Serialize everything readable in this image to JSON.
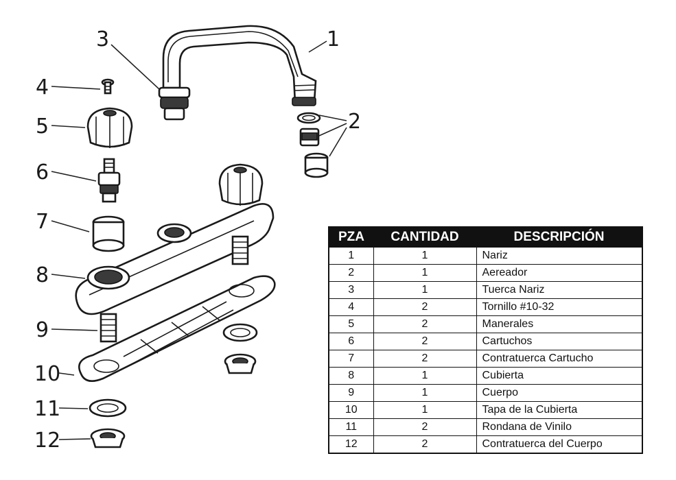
{
  "callouts": [
    "1",
    "2",
    "3",
    "4",
    "5",
    "6",
    "7",
    "8",
    "9",
    "10",
    "11",
    "12"
  ],
  "table": {
    "headers": [
      "PZA",
      "CANTIDAD",
      "DESCRIPCIÓN"
    ],
    "rows": [
      {
        "pza": "1",
        "cantidad": "1",
        "descripcion": "Nariz"
      },
      {
        "pza": "2",
        "cantidad": "1",
        "descripcion": "Aereador"
      },
      {
        "pza": "3",
        "cantidad": "1",
        "descripcion": "Tuerca Nariz"
      },
      {
        "pza": "4",
        "cantidad": "2",
        "descripcion": "Tornillo #10-32"
      },
      {
        "pza": "5",
        "cantidad": "2",
        "descripcion": "Manerales"
      },
      {
        "pza": "6",
        "cantidad": "2",
        "descripcion": "Cartuchos"
      },
      {
        "pza": "7",
        "cantidad": "2",
        "descripcion": "Contratuerca Cartucho"
      },
      {
        "pza": "8",
        "cantidad": "1",
        "descripcion": "Cubierta"
      },
      {
        "pza": "9",
        "cantidad": "1",
        "descripcion": "Cuerpo"
      },
      {
        "pza": "10",
        "cantidad": "1",
        "descripcion": "Tapa de la Cubierta"
      },
      {
        "pza": "11",
        "cantidad": "2",
        "descripcion": "Rondana de Vinilo"
      },
      {
        "pza": "12",
        "cantidad": "2",
        "descripcion": "Contratuerca del Cuerpo"
      }
    ]
  }
}
